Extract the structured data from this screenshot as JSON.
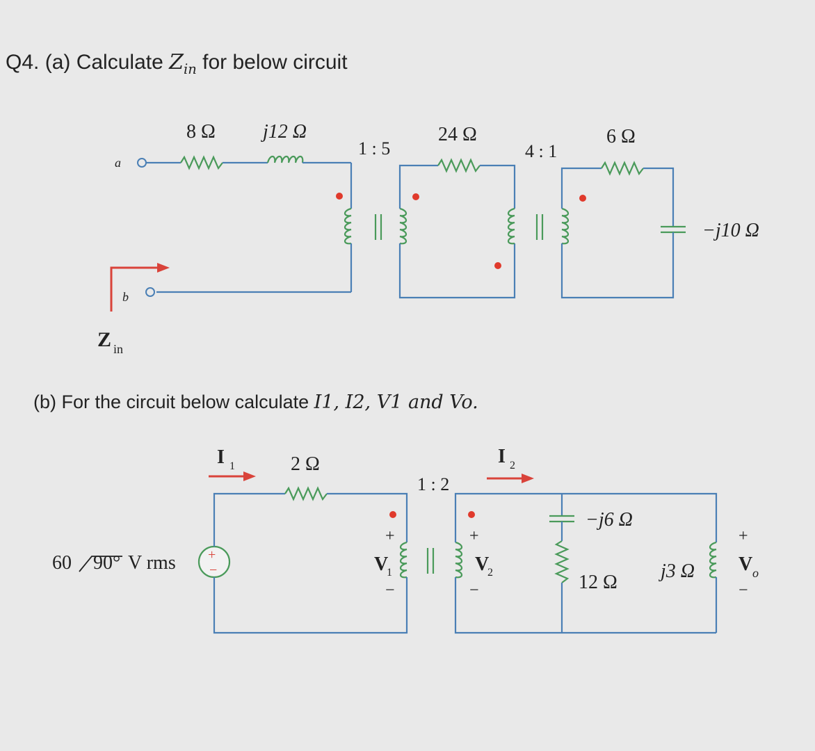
{
  "question": {
    "prefix": "Q4.",
    "part_a_text": "(a) Calculate",
    "part_a_symbol": "Z",
    "part_a_sub": "in",
    "part_a_suffix": "for below circuit",
    "part_b_text": "(b) For the circuit below calculate",
    "part_b_vars": "I1, I2, V1 and Vo."
  },
  "circuit_a": {
    "terminal_a": "a",
    "terminal_b": "b",
    "zin_label": "Z",
    "zin_sub": "in",
    "r1": "8 Ω",
    "l1": "j12 Ω",
    "ratio1": "1 : 5",
    "r2": "24 Ω",
    "ratio2": "4 : 1",
    "r3": "6 Ω",
    "c1": "−j10 Ω"
  },
  "circuit_b": {
    "source": "60",
    "source_angle": "90°",
    "source_unit": "V rms",
    "i1": "I",
    "i1_sub": "1",
    "r1": "2 Ω",
    "ratio": "1 : 2",
    "i2": "I",
    "i2_sub": "2",
    "v1": "V",
    "v1_sub": "1",
    "v2": "V",
    "v2_sub": "2",
    "c1": "−j6 Ω",
    "r2": "12 Ω",
    "l1": "j3 Ω",
    "vo": "V",
    "vo_sub": "o",
    "plus": "+",
    "minus": "−"
  },
  "colors": {
    "wire": "#4a7fb5",
    "component": "#4a9a5a",
    "arrow": "#d9433a",
    "dot": "#e03a2c",
    "background": "#e9e9e9"
  }
}
